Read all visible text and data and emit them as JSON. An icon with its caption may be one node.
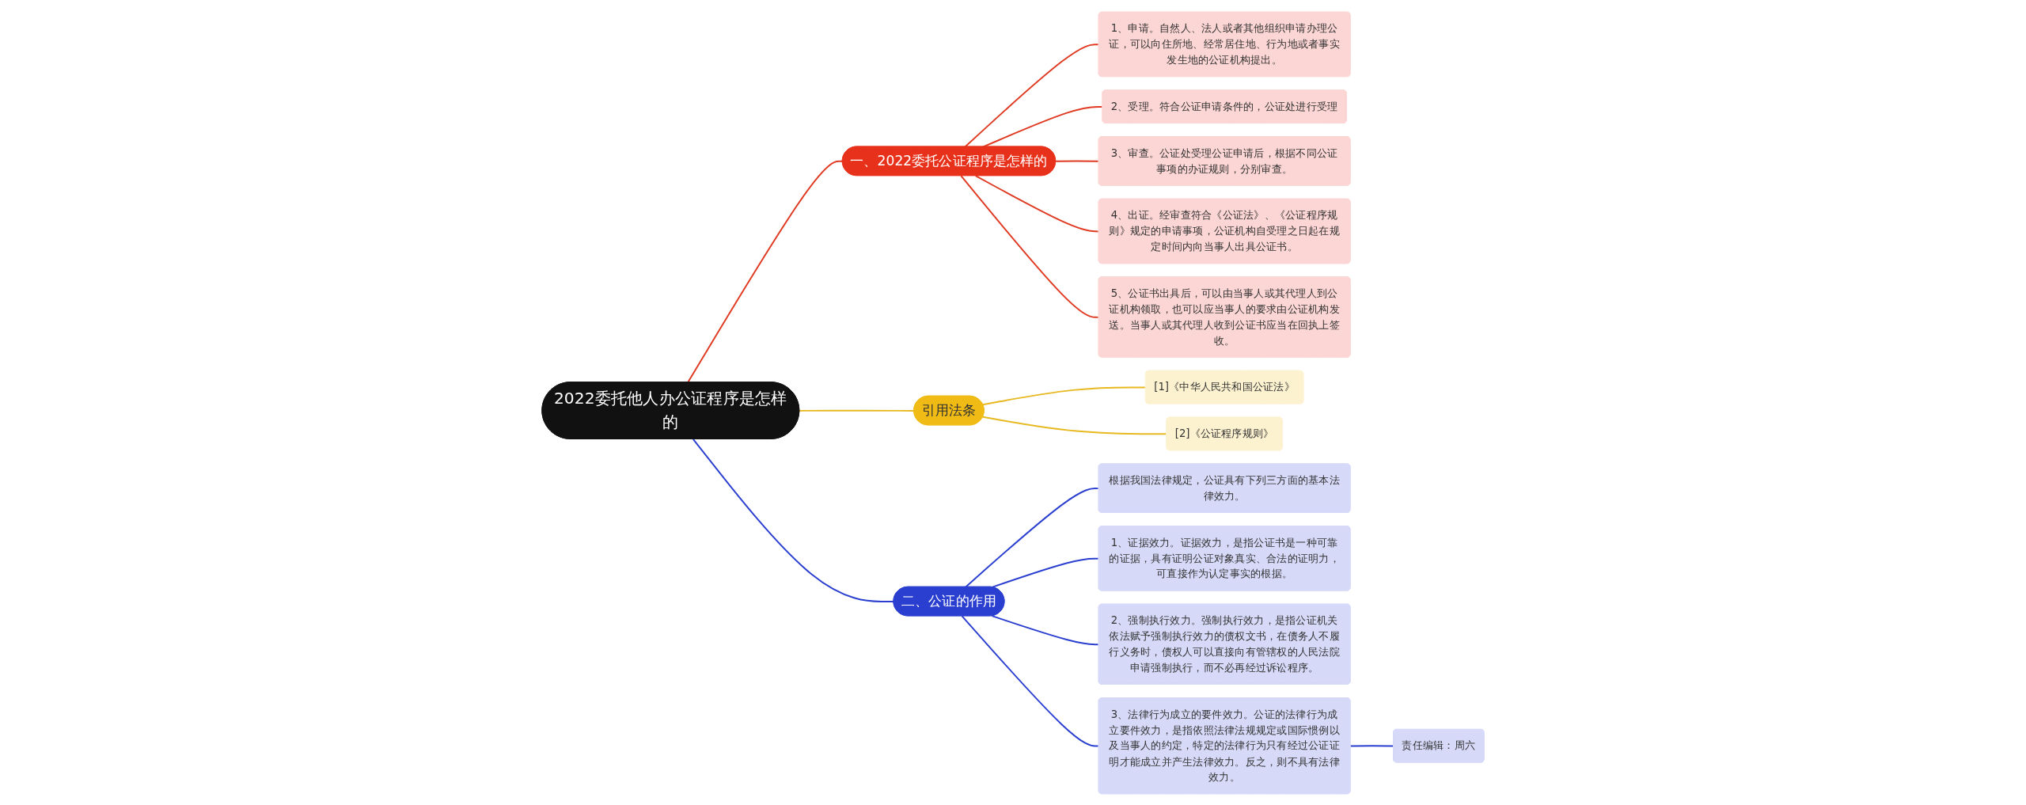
{
  "diagram": {
    "nodes": [
      {
        "text": [
          "2022委托他人办公证程序是怎样的"
        ]
      },
      {
        "text": [
          "一、2022委托公证程序是怎样的"
        ]
      },
      {
        "text": [
          "1、申请。自然人、法人或者其他组织申请办理公证，可以向住所地、经常居住地、行为地或者事实发生地的公证机构提出。"
        ]
      },
      {
        "text": [
          "2、受理。符合公证申请条件的，公证处进行受理"
        ]
      },
      {
        "text": [
          "3、审查。公证处受理公证申请后，根据不同公证事项的办证规则，分别审查。"
        ]
      },
      {
        "text": [
          "4、出证。经审查符合《公证法》、《公证程序规则》规定的申请事项，公证机构自受理之日起在规定时间内向当事人出具公证书。"
        ]
      },
      {
        "text": [
          "5、公证书出具后，可以由当事人或其代理人到公证机构领取，也可以应当事人的要求由公证机构发送。当事人或其代理人收到公证书应当在回执上签收。"
        ]
      },
      {
        "text": [
          "引用法条"
        ]
      },
      {
        "text": [
          "[1]《中华人民共和国公证法》"
        ]
      },
      {
        "text": [
          "[2]《公证程序规则》"
        ]
      },
      {
        "text": [
          "二、公证的作用"
        ]
      },
      {
        "text": [
          "根据我国法律规定，公证具有下列三方面的基本法律效力。"
        ]
      },
      {
        "text": [
          "1、证据效力。证据效力，是指公证书是一种可靠的证据，具有证明公证对象真实、合法的证明力，可直接作为认定事实的根据。"
        ]
      },
      {
        "text": [
          "2、强制执行效力。强制执行效力，是指公证机关依法赋予强制执行效力的债权文书，在债务人不履行义务时，债权人可以直接向有管辖权的人民法院申请强制执行，而不必再经过诉讼程序。"
        ]
      },
      {
        "text": [
          "3、法律行为成立的要件效力。公证的法律行为成立要件效力，是指依照法律法规规定或国际惯例以及当事人的约定，特定的法律行为只有经过公证证明才能成立并产生法律效力。反之，则不具有法律效力。"
        ]
      },
      {
        "text": [
          "责任编辑：周六"
        ]
      }
    ],
    "edges": [
      {
        "from": 0,
        "to": 1,
        "arrow": "none",
        "color": "#e03a22"
      },
      {
        "from": 1,
        "to": 2,
        "arrow": "none",
        "color": "#e03a22"
      },
      {
        "from": 1,
        "to": 3,
        "arrow": "none",
        "color": "#e03a22"
      },
      {
        "from": 1,
        "to": 4,
        "arrow": "none",
        "color": "#e03a22"
      },
      {
        "from": 1,
        "to": 5,
        "arrow": "none",
        "color": "#e03a22"
      },
      {
        "from": 1,
        "to": 6,
        "arrow": "none",
        "color": "#e03a22"
      },
      {
        "from": 0,
        "to": 7,
        "arrow": "none",
        "color": "#e8b820"
      },
      {
        "from": 7,
        "to": 8,
        "arrow": "none",
        "color": "#e8b820"
      },
      {
        "from": 7,
        "to": 9,
        "arrow": "none",
        "color": "#e8b820"
      },
      {
        "from": 0,
        "to": 10,
        "arrow": "none",
        "color": "#2a3fd0"
      },
      {
        "from": 10,
        "to": 11,
        "arrow": "none",
        "color": "#2a3fd0"
      },
      {
        "from": 10,
        "to": 12,
        "arrow": "none",
        "color": "#2a3fd0"
      },
      {
        "from": 10,
        "to": 13,
        "arrow": "none",
        "color": "#2a3fd0"
      },
      {
        "from": 10,
        "to": 14,
        "arrow": "none",
        "color": "#2a3fd0"
      },
      {
        "from": 14,
        "to": 15,
        "arrow": "none",
        "color": "#2a3fd0"
      }
    ]
  }
}
